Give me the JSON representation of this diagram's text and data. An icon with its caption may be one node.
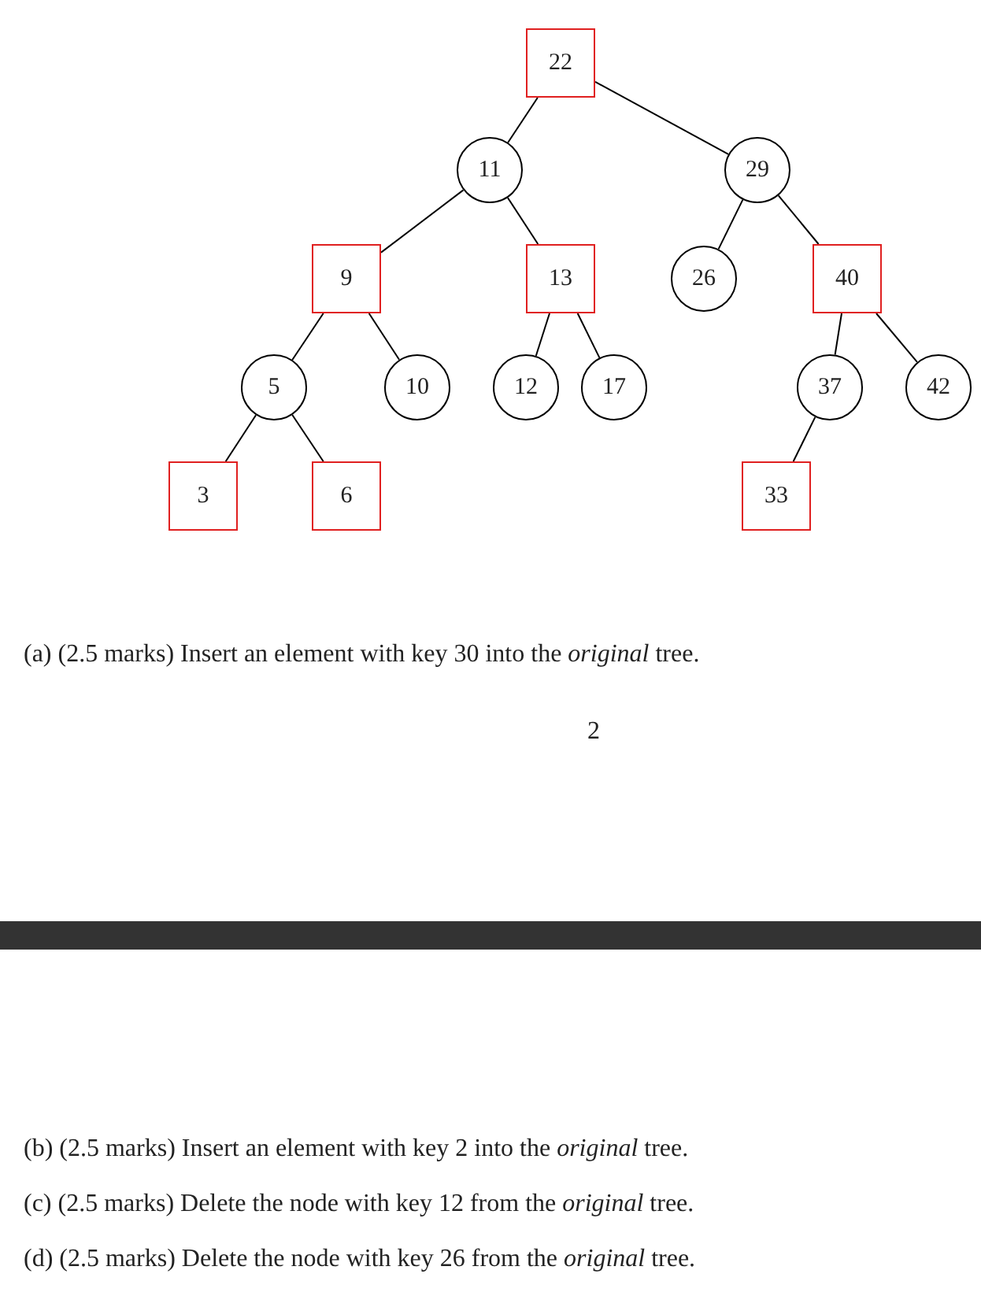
{
  "diagram": {
    "nodes": [
      {
        "text": [
          "22"
        ]
      },
      {
        "text": [
          "11"
        ]
      },
      {
        "text": [
          "29"
        ]
      },
      {
        "text": [
          "9"
        ]
      },
      {
        "text": [
          "13"
        ]
      },
      {
        "text": [
          "26"
        ]
      },
      {
        "text": [
          "40"
        ]
      },
      {
        "text": [
          "5"
        ]
      },
      {
        "text": [
          "10"
        ]
      },
      {
        "text": [
          "12"
        ]
      },
      {
        "text": [
          "17"
        ]
      },
      {
        "text": [
          "37"
        ]
      },
      {
        "text": [
          "42"
        ]
      },
      {
        "text": [
          "3"
        ]
      },
      {
        "text": [
          "6"
        ]
      },
      {
        "text": [
          "33"
        ]
      }
    ],
    "edges": [
      {
        "from": 0,
        "to": 1,
        "arrow": "none"
      },
      {
        "from": 0,
        "to": 2,
        "arrow": "none"
      },
      {
        "from": 1,
        "to": 3,
        "arrow": "none"
      },
      {
        "from": 1,
        "to": 4,
        "arrow": "none"
      },
      {
        "from": 2,
        "to": 5,
        "arrow": "none"
      },
      {
        "from": 2,
        "to": 6,
        "arrow": "none"
      },
      {
        "from": 3,
        "to": 7,
        "arrow": "none"
      },
      {
        "from": 3,
        "to": 8,
        "arrow": "none"
      },
      {
        "from": 4,
        "to": 9,
        "arrow": "none"
      },
      {
        "from": 4,
        "to": 10,
        "arrow": "none"
      },
      {
        "from": 6,
        "to": 11,
        "arrow": "none"
      },
      {
        "from": 6,
        "to": 12,
        "arrow": "none"
      },
      {
        "from": 7,
        "to": 13,
        "arrow": "none"
      },
      {
        "from": 7,
        "to": 14,
        "arrow": "none"
      },
      {
        "from": 11,
        "to": 15,
        "arrow": "none"
      }
    ],
    "labels": [
      "(a) (2.5 marks) Insert an element with key 30 into the *original* tree.",
      "2",
      "(b) (2.5 marks) Insert an element with key 2 into the *original* tree.",
      "(c) (2.5 marks) Delete the node with key 12 from the *original* tree.",
      "(d) (2.5 marks) Delete the node with key 26 from the *original* tree."
    ]
  }
}
